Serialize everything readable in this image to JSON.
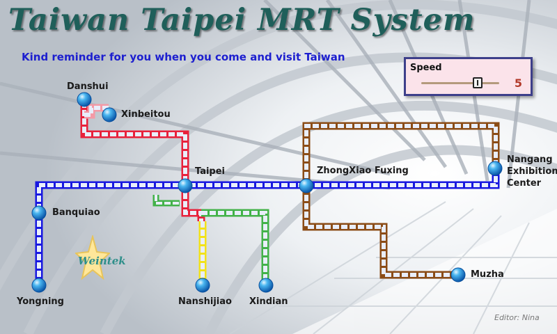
{
  "title": "Taiwan Taipei MRT System",
  "reminder": "Kind reminder for you when you come and visit Taiwan",
  "speed": {
    "label": "Speed",
    "value": "5",
    "level": 0.72
  },
  "logo_text": "Weintek",
  "editor": "Editor: Nina",
  "stations": {
    "danshui": "Danshui",
    "xinbeitou": "Xinbeitou",
    "taipei": "Taipei",
    "zhongxiao": "ZhongXiao Fuxing",
    "nangang": "Nangang\nExhibition\nCenter",
    "banquiao": "Banquiao",
    "yongning": "Yongning",
    "nanshijiao": "Nanshijiao",
    "xindian": "Xindian",
    "muzha": "Muzha"
  },
  "colors": {
    "red_line": "#e8213b",
    "pink_line": "#f49aa6",
    "blue_line": "#1818e0",
    "green_line": "#43b249",
    "yellow_line": "#f2e21a",
    "brown_line": "#8b4c16",
    "title": "#1f5f5a",
    "reminder": "#1d1fcf"
  }
}
